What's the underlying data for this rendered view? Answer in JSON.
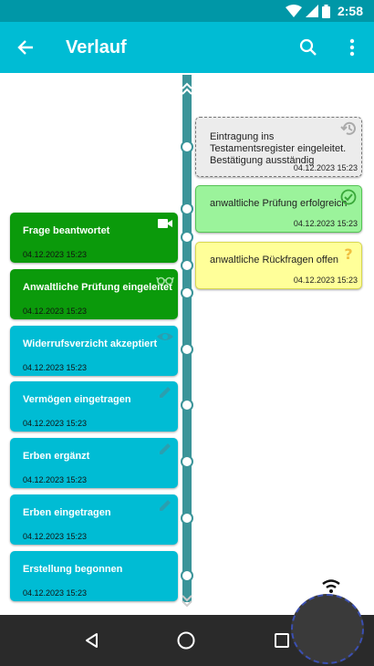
{
  "status": {
    "time": "2:58"
  },
  "appbar": {
    "title": "Verlauf"
  },
  "right_items": [
    {
      "label": "Eintragung ins Testamentsregister eingeleitet.\nBestätigung ausständig",
      "date": "04.12.2023 15:23",
      "icon": "history-icon"
    },
    {
      "label": "anwaltliche Prüfung erfolgreich",
      "date": "04.12.2023 15:23",
      "icon": "check-circle-icon"
    },
    {
      "label": "anwaltliche Rückfragen offen",
      "date": "04.12.2023 15:23",
      "icon": "question-icon"
    }
  ],
  "left_items": [
    {
      "label": "Frage beantwortet",
      "date": "04.12.2023 15:23",
      "icon": "video-icon"
    },
    {
      "label": "Anwaltliche Prüfung eingeleitet",
      "date": "04.12.2023 15:23",
      "icon": "glasses-icon"
    },
    {
      "label": "Widerrufsverzicht akzeptiert",
      "date": "04.12.2023 15:23",
      "icon": "eye-icon"
    },
    {
      "label": "Vermögen eingetragen",
      "date": "04.12.2023 15:23",
      "icon": "pencil-icon"
    },
    {
      "label": "Erben ergänzt",
      "date": "04.12.2023 15:23",
      "icon": "pencil-icon"
    },
    {
      "label": "Erben eingetragen",
      "date": "04.12.2023 15:23",
      "icon": "pencil-icon"
    },
    {
      "label": "Erstellung begonnen",
      "date": "04.12.2023 15:23",
      "icon": ""
    }
  ]
}
